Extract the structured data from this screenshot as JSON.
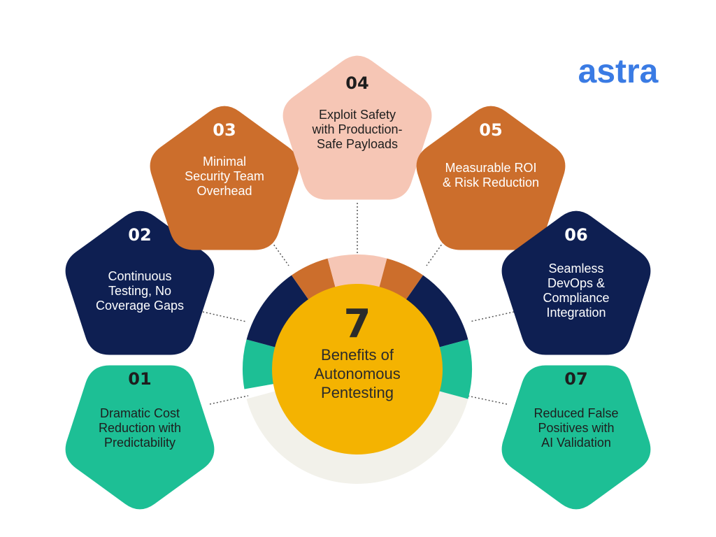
{
  "brand": {
    "logo_text": "astra",
    "color": "#3A7BE4"
  },
  "colors": {
    "navy": "#0E1F52",
    "orange": "#CC6E2C",
    "peach": "#F6C6B5",
    "teal": "#1DBF95",
    "yellow": "#F4B301",
    "cream": "#F2F1EA",
    "connector": "#555555"
  },
  "center": {
    "number": "7",
    "lines": [
      "Benefits of",
      "Autonomous",
      "Pentesting"
    ]
  },
  "benefits": [
    {
      "number": "01",
      "lines": [
        "Dramatic Cost",
        "Reduction with",
        "Predictability"
      ],
      "color": "teal"
    },
    {
      "number": "02",
      "lines": [
        "Continuous",
        "Testing, No",
        "Coverage Gaps"
      ],
      "color": "navy"
    },
    {
      "number": "03",
      "lines": [
        "Minimal",
        "Security Team",
        "Overhead"
      ],
      "color": "orange"
    },
    {
      "number": "04",
      "lines": [
        "Exploit Safety",
        "with Production-",
        "Safe Payloads"
      ],
      "color": "peach"
    },
    {
      "number": "05",
      "lines": [
        "Measurable ROI",
        "& Risk Reduction"
      ],
      "color": "orange"
    },
    {
      "number": "06",
      "lines": [
        "Seamless",
        "DevOps &",
        "Compliance",
        "Integration"
      ],
      "color": "navy"
    },
    {
      "number": "07",
      "lines": [
        "Reduced False",
        "Positives with",
        "AI Validation"
      ],
      "color": "teal"
    }
  ]
}
